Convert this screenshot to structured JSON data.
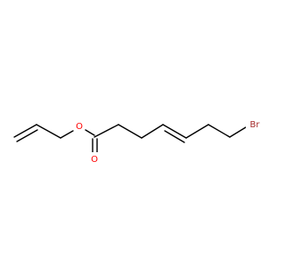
{
  "molecule": {
    "atoms": {
      "ester_oxygen": {
        "symbol": "O",
        "color": "#ff0000"
      },
      "carbonyl_oxygen": {
        "symbol": "O",
        "color": "#ff0000"
      },
      "bromine": {
        "symbol": "Br",
        "color": "#a52a2a"
      }
    },
    "bond_color": "#000000",
    "background": "#ffffff"
  }
}
